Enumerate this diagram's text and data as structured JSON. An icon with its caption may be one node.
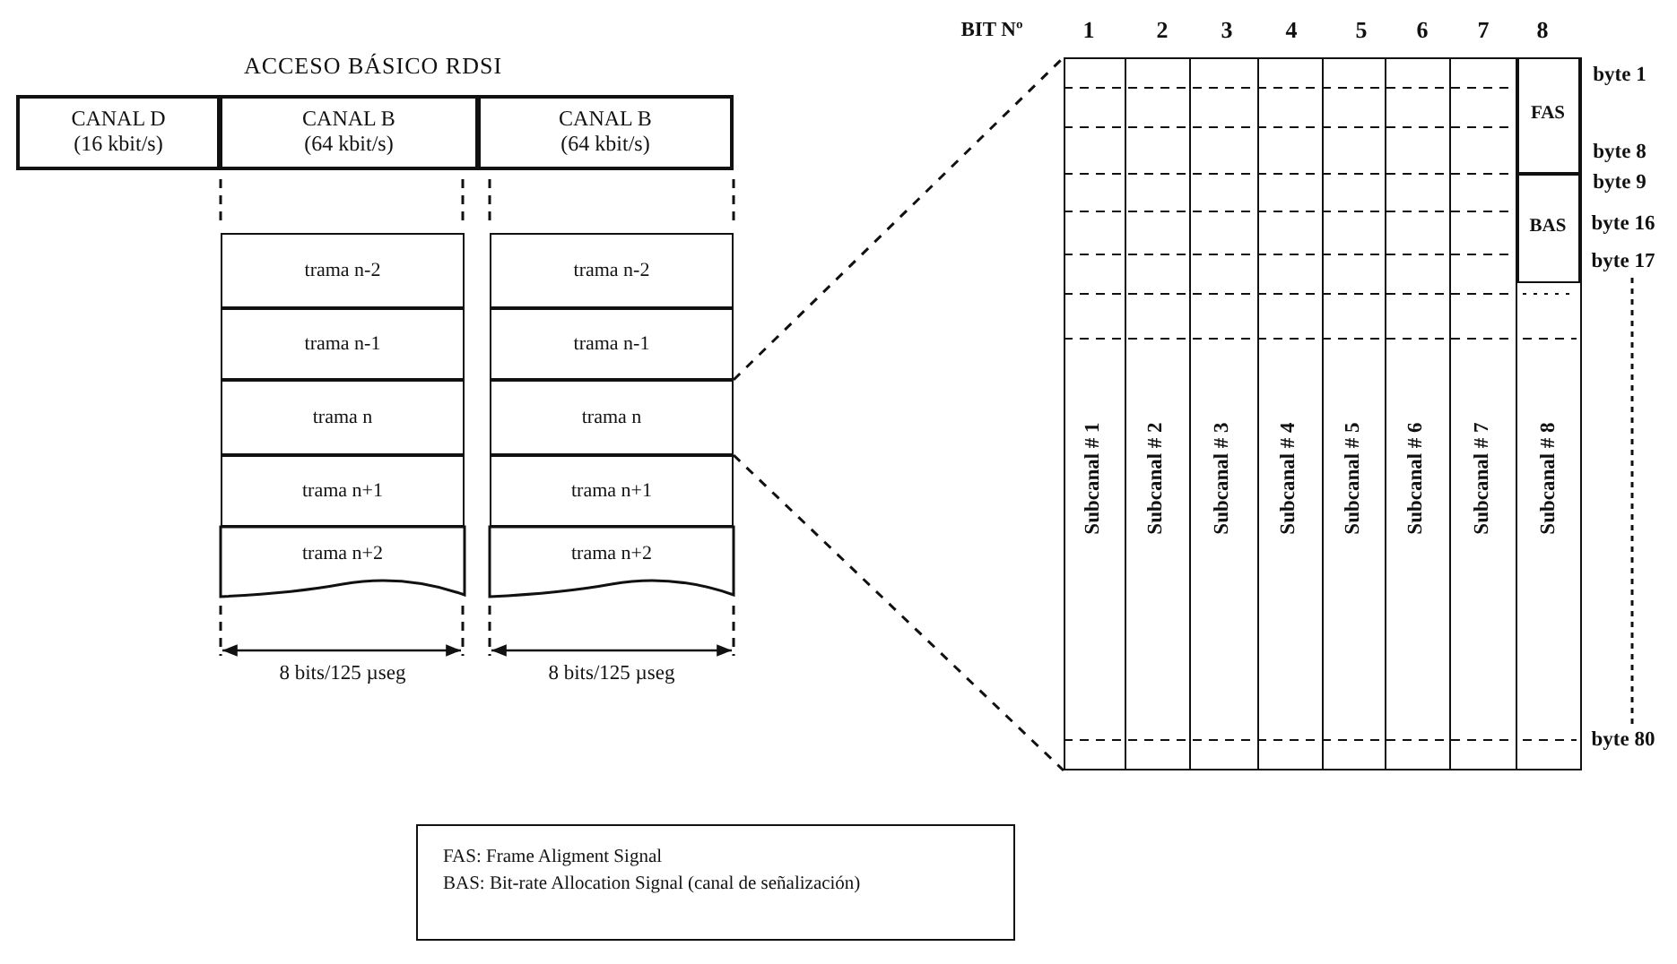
{
  "diagram": {
    "title": "ACCESO BÁSICO RDSI",
    "nodes": [
      {
        "text": [
          "CANAL D (16 kbit/s)"
        ]
      },
      {
        "text": [
          "CANAL B (64 kbit/s)"
        ]
      },
      {
        "text": [
          "CANAL B (64 kbit/s)"
        ]
      },
      {
        "text": [
          "trama n-2"
        ]
      },
      {
        "text": [
          "trama n-1"
        ]
      },
      {
        "text": [
          "trama n"
        ]
      },
      {
        "text": [
          "trama n+1"
        ]
      },
      {
        "text": [
          "trama n+2"
        ]
      },
      {
        "text": [
          "trama n-2"
        ]
      },
      {
        "text": [
          "trama n-1"
        ]
      },
      {
        "text": [
          "trama n"
        ]
      },
      {
        "text": [
          "trama n+1"
        ]
      },
      {
        "text": [
          "trama n+2"
        ]
      },
      {
        "text": [],
        "shape": "box"
      },
      {
        "text": [
          "Subcanal # 1"
        ],
        "in": 13
      },
      {
        "text": [
          "Subcanal # 2"
        ],
        "in": 13
      },
      {
        "text": [
          "Subcanal # 3"
        ],
        "in": 13
      },
      {
        "text": [
          "Subcanal # 4"
        ],
        "in": 13
      },
      {
        "text": [
          "Subcanal # 5"
        ],
        "in": 13
      },
      {
        "text": [
          "Subcanal # 6"
        ],
        "in": 13
      },
      {
        "text": [
          "Subcanal # 7"
        ],
        "in": 13
      },
      {
        "text": [
          "Subcanal # 8"
        ],
        "in": 13
      },
      {
        "text": [
          "FAS"
        ],
        "in": 21
      },
      {
        "text": [
          "BAS"
        ],
        "in": 21
      },
      {
        "text": [
          "FAS: Frame Aligment Signal",
          "BAS: Bit-rate Allocation Signal (canal de señalización)"
        ]
      }
    ],
    "edges": [
      {
        "from": 10,
        "to": 13,
        "arrow": "none",
        "style": "dashed"
      },
      {
        "from": 10,
        "to": 13,
        "arrow": "none",
        "style": "dashed"
      }
    ],
    "labels": [
      "BIT Nº",
      "1",
      "2",
      "3",
      "4",
      "5",
      "6",
      "7",
      "8",
      "byte 1",
      "byte 8",
      "byte 9",
      "byte 16",
      "byte 17",
      "8 bits/125 µseg",
      "8 bits/125 µseg",
      "byte 80"
    ]
  }
}
